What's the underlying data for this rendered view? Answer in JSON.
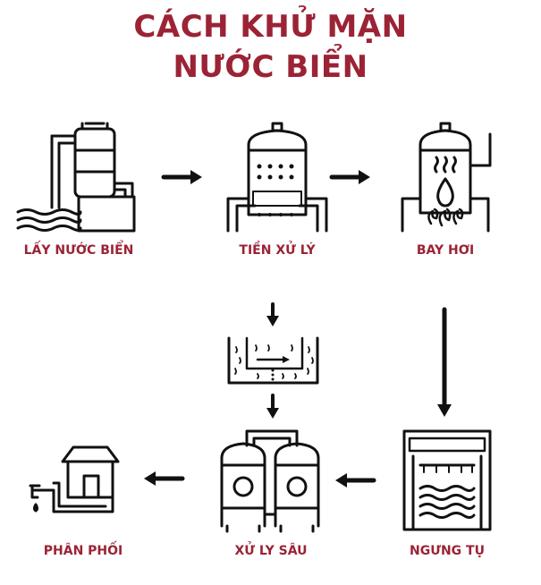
{
  "title": {
    "line1": "CÁCH KHỬ MẶN",
    "line2": "NƯỚC BIỂN"
  },
  "colors": {
    "accent": "#9b2335",
    "ink": "#111111"
  },
  "steps": [
    {
      "label": "LẤY NƯỚC BIỂN",
      "icon": "seawater-pump-icon"
    },
    {
      "label": "TIỀN XỬ LÝ",
      "icon": "pretreatment-tank-icon"
    },
    {
      "label": "BAY HƠI",
      "icon": "evaporation-boiler-icon"
    },
    {
      "label": "NGƯNG TỤ",
      "icon": "condenser-icon"
    },
    {
      "label": "XỬ LY SÂU",
      "icon": "deep-treatment-tanks-icon"
    },
    {
      "label": "PHÂN PHỐI",
      "icon": "distribution-house-icon"
    }
  ],
  "filter_step": {
    "icon": "filtration-basin-icon"
  }
}
